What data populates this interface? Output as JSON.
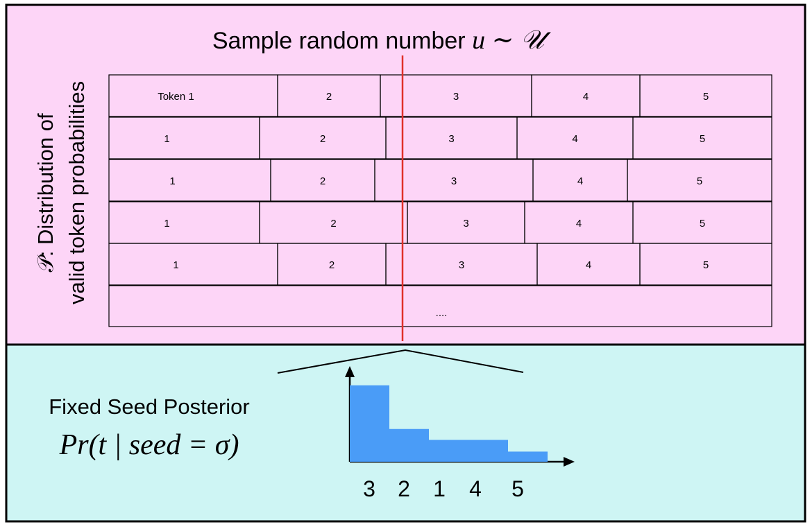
{
  "top_panel": {
    "title_prefix": "Sample random number ",
    "title_math": "u ∼ 𝒰",
    "side_label_line1": "𝒫:  Distribution of",
    "side_label_line2": "valid token probabilities",
    "background": "#fdd5f7"
  },
  "rows": [
    {
      "cells": [
        "Token 1",
        "2",
        "3",
        "4",
        "5"
      ]
    },
    {
      "cells": [
        "1",
        "2",
        "3",
        "4",
        "5"
      ]
    },
    {
      "cells": [
        "1",
        "2",
        "3",
        "4",
        "5"
      ]
    },
    {
      "cells": [
        "1",
        "2",
        "3",
        "4",
        "5"
      ]
    },
    {
      "cells": [
        "1",
        "2",
        "3",
        "4",
        "5"
      ]
    }
  ],
  "ellipsis_row": "....",
  "bottom_panel": {
    "label_line1": "Fixed Seed Posterior",
    "formula": "Pr(t | seed = σ)",
    "background": "#cef5f4"
  },
  "chart_data": {
    "type": "bar",
    "categories": [
      "3",
      "2",
      "1",
      "4",
      "5"
    ],
    "values": [
      0.98,
      0.42,
      0.28,
      0.28,
      0.13
    ],
    "title": "",
    "xlabel": "",
    "ylabel": "",
    "ylim": [
      0,
      1.2
    ],
    "bar_color": "#4a9cf7"
  },
  "colors": {
    "sample_line": "#e0312a",
    "border": "#000000"
  }
}
